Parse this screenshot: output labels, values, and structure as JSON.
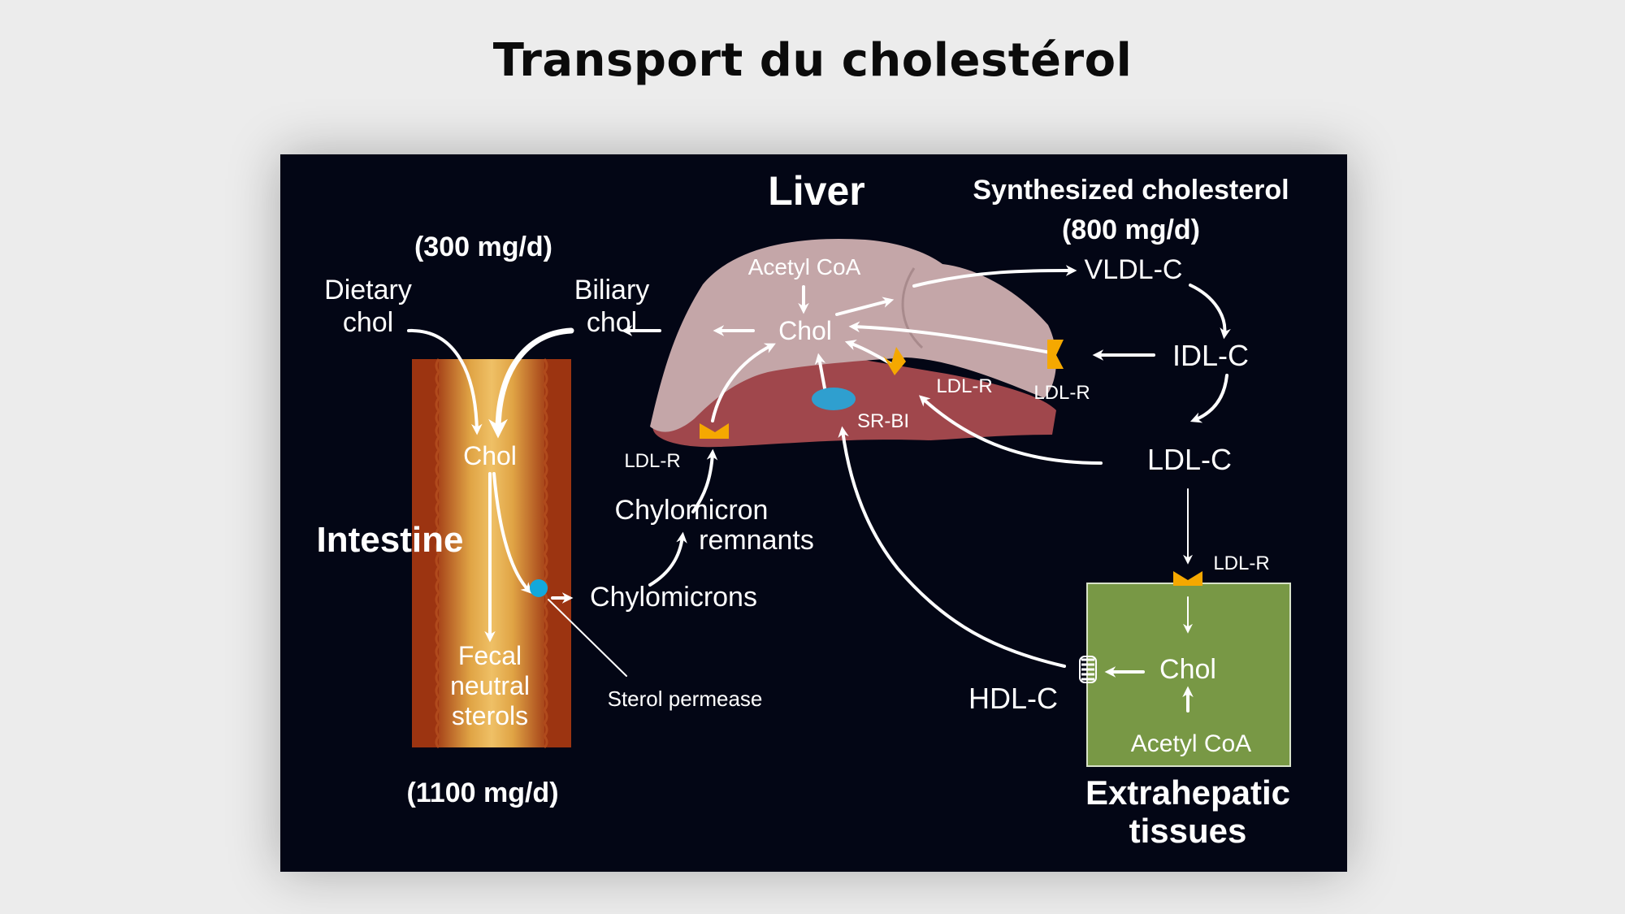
{
  "title": "Transport du cholestérol",
  "labels": {
    "liver": "Liver",
    "synth_line1": "Synthesized cholesterol",
    "synth_line2": "(800 mg/d)",
    "dietary_rate": "(300 mg/d)",
    "fecal_rate": "(1100 mg/d)",
    "dietary_line1": "Dietary",
    "dietary_line2": "chol",
    "biliary_line1": "Biliary",
    "biliary_line2": "chol",
    "acetyl_coa_liver": "Acetyl CoA",
    "chol_liver": "Chol",
    "vldl": "VLDL-C",
    "idl": "IDL-C",
    "ldl": "LDL-C",
    "ldlr_liver_right": "LDL-R",
    "ldlr_liver_mid": "LDL-R",
    "ldlr_liver_left": "LDL-R",
    "srbi": "SR-BI",
    "chol_intestine": "Chol",
    "intestine": "Intestine",
    "chylo_remnants_line1": "Chylomicron",
    "chylo_remnants_line2": "remnants",
    "chylomicrons": "Chylomicrons",
    "fecal_line1": "Fecal",
    "fecal_line2": "neutral",
    "fecal_line3": "sterols",
    "sterol_permease": "Sterol permease",
    "ldlr_tissue": "LDL-R",
    "chol_tissue": "Chol",
    "acetyl_coa_tissue": "Acetyl CoA",
    "hdl": "HDL-C",
    "extra_line1": "Extrahepatic",
    "extra_line2": "tissues"
  },
  "colors": {
    "panel_bg": "#030615",
    "liver_upper": "#c4a6a8",
    "liver_lower": "#a0474c",
    "receptor": "#f5a800",
    "transporter": "#2f9fcf",
    "tissue_box": "#789845",
    "intestine_wall": "#9c3411",
    "intestine_lumen": "#e0a445"
  }
}
